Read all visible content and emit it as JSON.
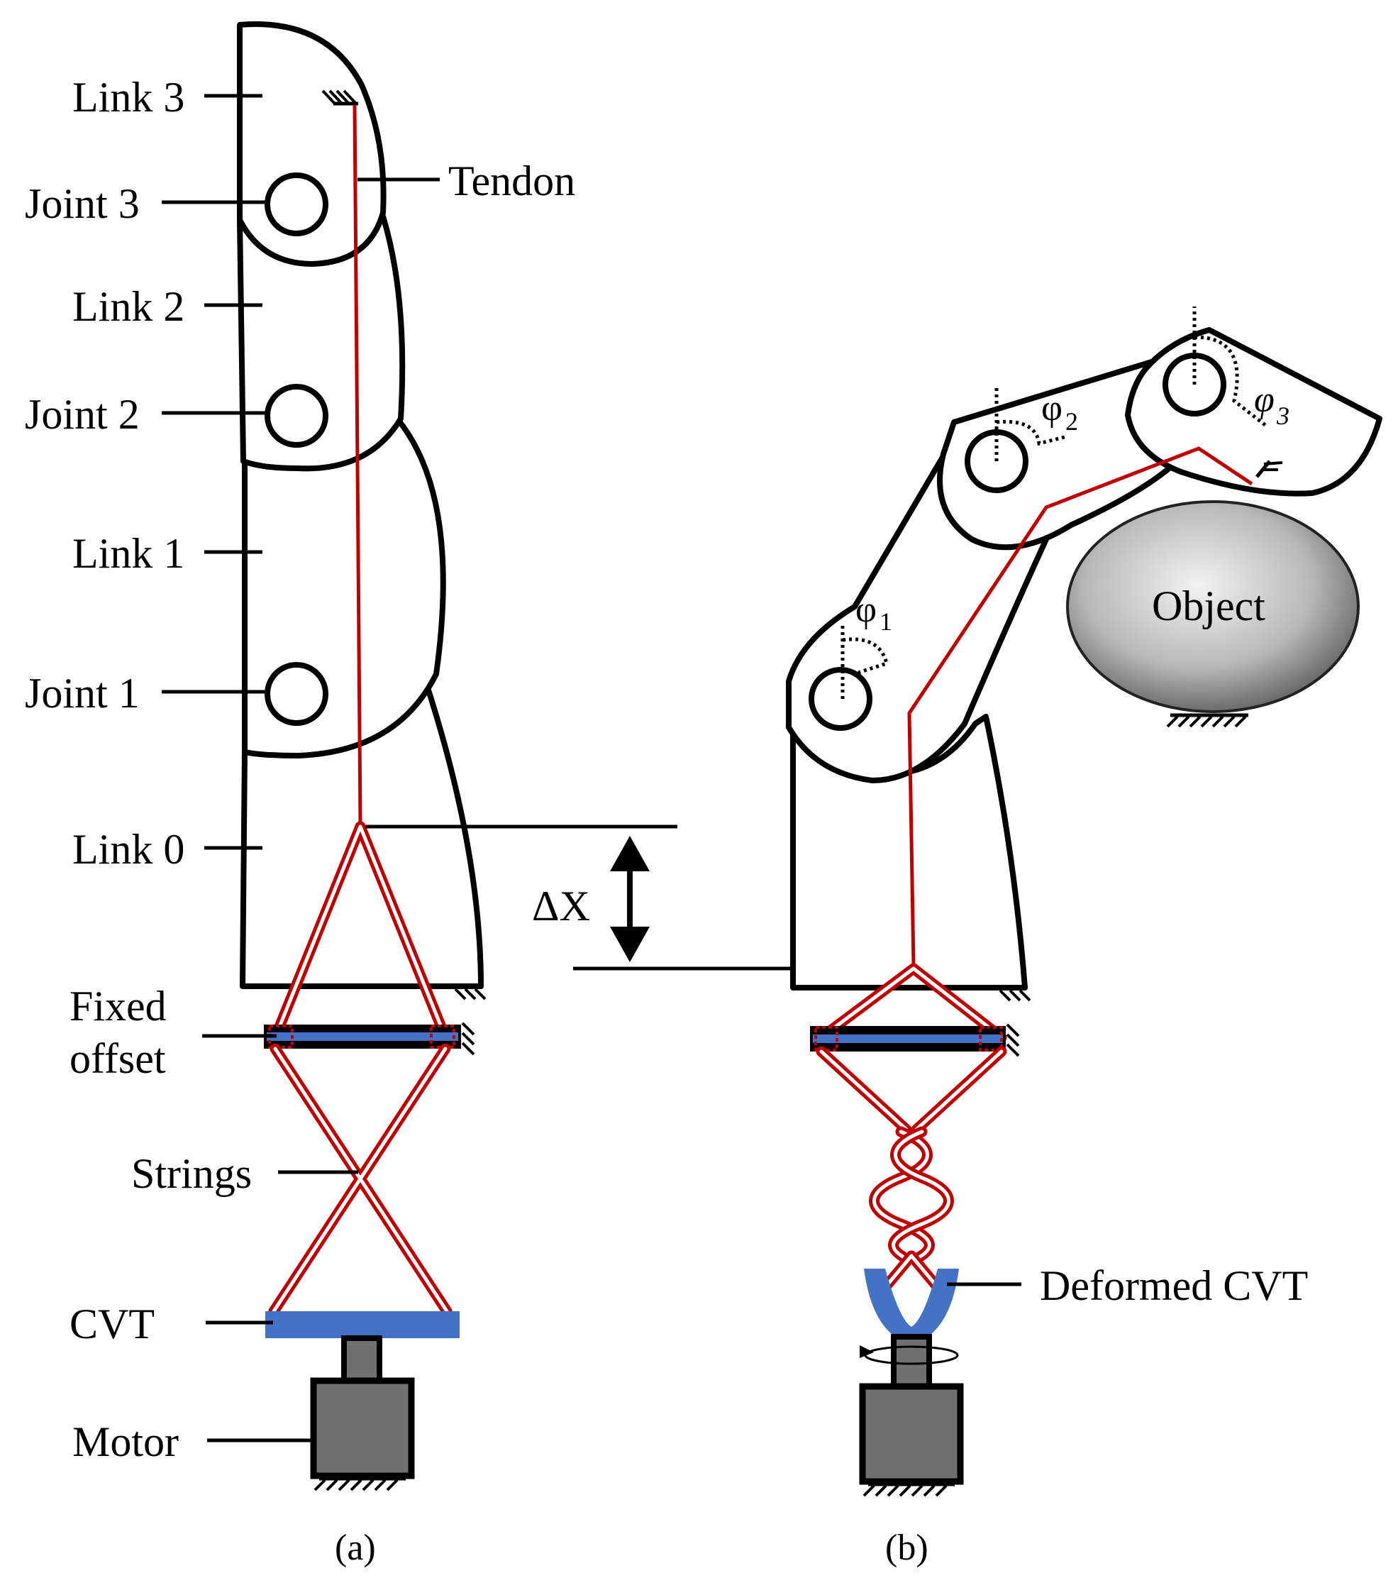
{
  "labels": {
    "link3": "Link 3",
    "joint3": "Joint 3",
    "link2": "Link 2",
    "joint2": "Joint 2",
    "link1": "Link 1",
    "joint1": "Joint 1",
    "link0": "Link 0",
    "tendon": "Tendon",
    "fixed_offset_line1": "Fixed",
    "fixed_offset_line2": "offset",
    "strings": "Strings",
    "cvt": "CVT",
    "motor": "Motor",
    "delta_x": "ΔX",
    "object": "Object",
    "deformed_cvt": "Deformed CVT",
    "phi1": "φ",
    "phi1_sub": "1",
    "phi2": "φ",
    "phi2_sub": "2",
    "phi3": "φ",
    "phi3_sub": "3",
    "caption_a": "(a)",
    "caption_b": "(b)"
  },
  "colors": {
    "tendon": "#c00000",
    "cvt": "#4472c4",
    "motor": "#707070",
    "outline": "#000000"
  }
}
